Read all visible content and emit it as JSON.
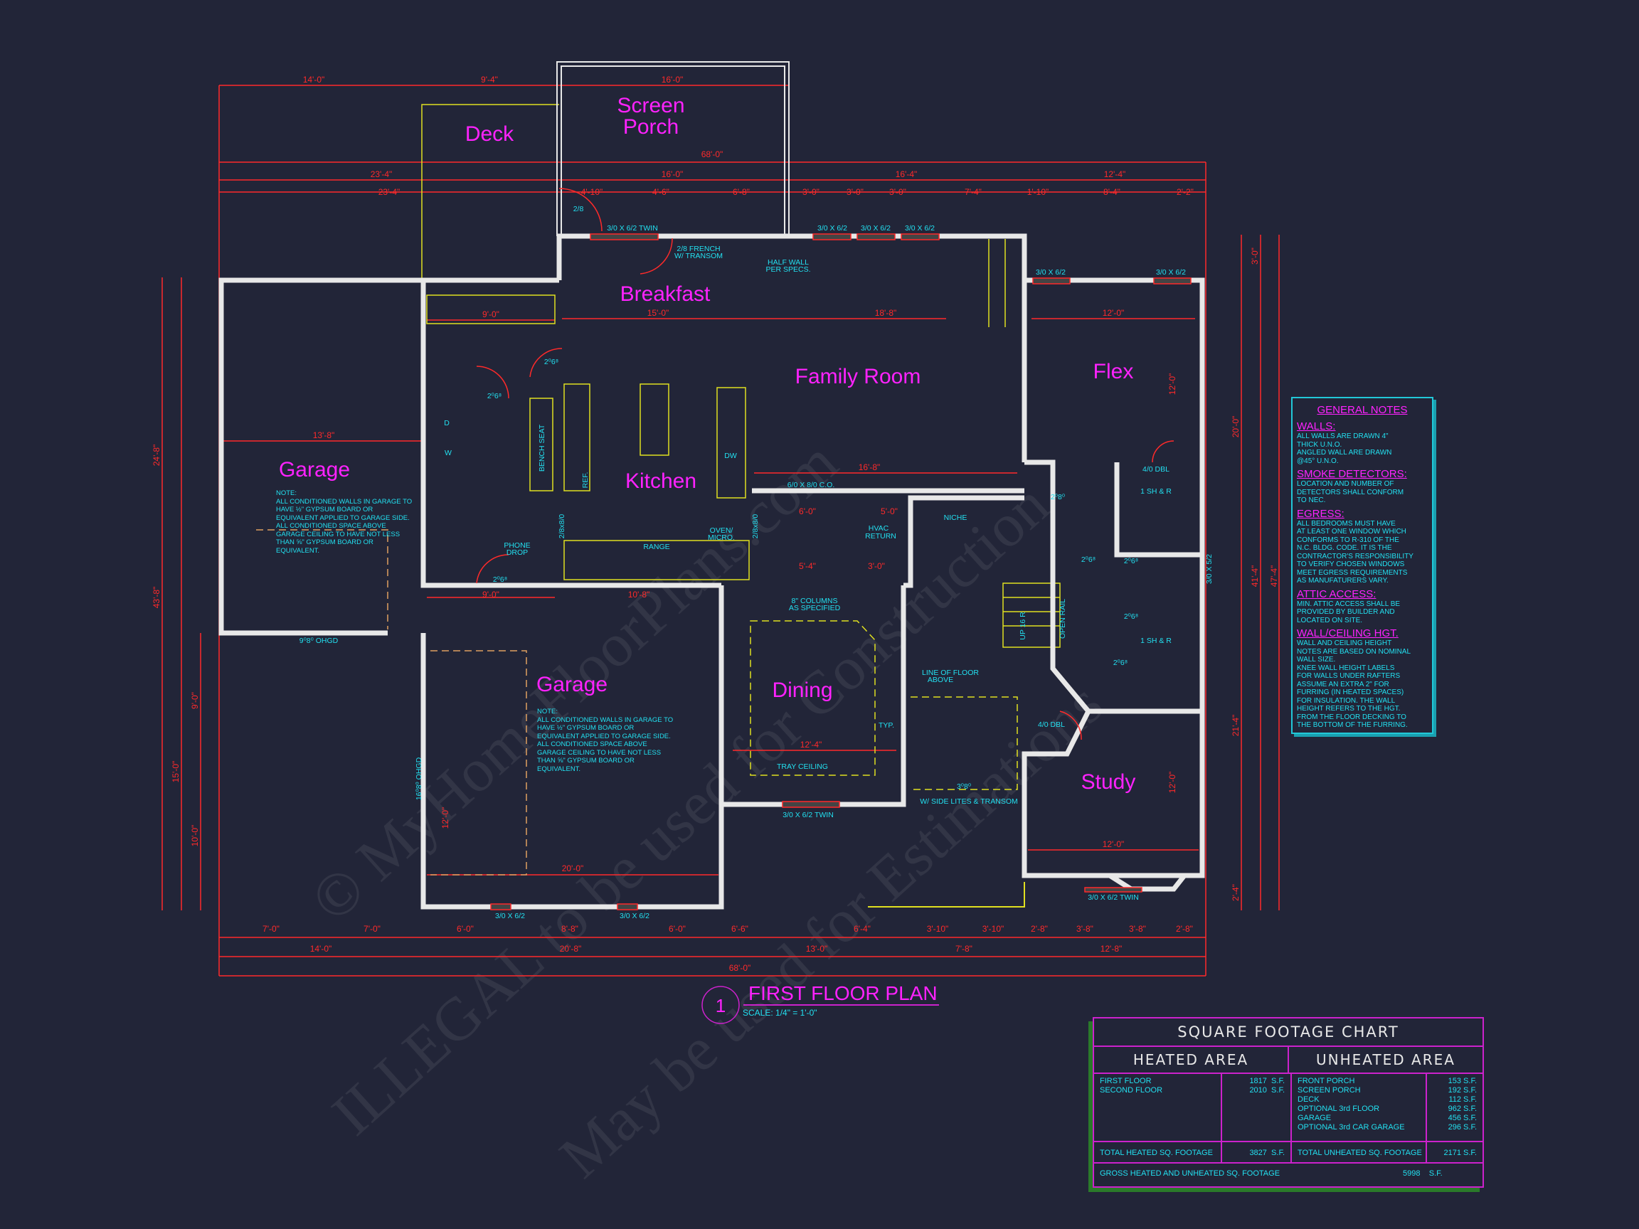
{
  "colors": {
    "background": "#222538",
    "walls": "#e8e8e8",
    "dimensions": "#ff2a2a",
    "labels": "#22e0f0",
    "room_names": "#ff22ff",
    "outlines": "#e0e020"
  },
  "watermark": [
    "© MyHomeFloorPlans.com",
    "ILLEGAL to be used for Construction",
    "May be used for Estimations"
  ],
  "rooms": {
    "deck": "Deck",
    "screen_porch_1": "Screen",
    "screen_porch_2": "Porch",
    "breakfast": "Breakfast",
    "family_room": "Family Room",
    "flex": "Flex",
    "garage_left": "Garage",
    "kitchen": "Kitchen",
    "garage_center": "Garage",
    "dining": "Dining",
    "study": "Study"
  },
  "garage_note": "NOTE:\nALL CONDITIONED WALLS IN GARAGE TO\nHAVE ½\" GYPSUM BOARD OR\nEQUIVALENT APPLIED TO GARAGE SIDE.\nALL CONDITIONED SPACE ABOVE\nGARAGE CEILING TO HAVE NOT LESS\nTHAN ⅝\" GYPSUM BOARD OR\nEQUIVALENT.",
  "dims": {
    "top1": [
      "14'-0\"",
      "9'-4\"",
      "16'-0\""
    ],
    "top2": [
      "68'-0\""
    ],
    "top3": [
      "23'-4\"",
      "16'-0\"",
      "16'-4\"",
      "12'-4\""
    ],
    "top4": [
      "23'-4\"",
      "4'-10\"",
      "4'-6\"",
      "6'-8\"",
      "3'-0\"",
      "3'-0\"",
      "3'-0\"",
      "7'-4\"",
      "1'-10\"",
      "8'-4\"",
      "2'-2\""
    ],
    "bot1": [
      "7'-0\"",
      "7'-0\"",
      "6'-0\"",
      "8'-8\"",
      "6'-0\"",
      "6'-6\"",
      "6'-4\"",
      "3'-10\"",
      "3'-10\"",
      "2'-8\"",
      "3'-8\"",
      "3'-8\"",
      "2'-8\""
    ],
    "bot2": [
      "14'-0\"",
      "20'-8\"",
      "13'-0\"",
      "7'-8\"",
      "12'-8\""
    ],
    "bot3": [
      "68'-0\""
    ],
    "interior": [
      "9'-0\"",
      "15'-0\"",
      "18'-8\"",
      "12'-0\"",
      "13'-8\"",
      "16'-8\"",
      "6'-0\"",
      "5'-0\"",
      "5'-4\"",
      "3'-0\"",
      "12'-4\"",
      "20'-0\"",
      "12'-0\"",
      "9'-0\"",
      "10'-8\"",
      "12'-0\"",
      "12'-0\""
    ],
    "left": [
      "24'-8\"",
      "43'-8\"",
      "9'-0\"",
      "15'-0\"",
      "10'-0\"",
      "12'-0\""
    ],
    "right": [
      "20'-0\"",
      "47'-4\"",
      "41'-4\"",
      "21'-4\"",
      "2'-4\"",
      "3'-0\""
    ]
  },
  "labels": {
    "door_2_8": "2/8",
    "win_twin_top": "3/0 X 6/2 TWIN",
    "french": "2/8 FRENCH",
    "french2": "W/ TRANSOM",
    "half_wall": "HALF WALL",
    "half_wall2": "PER SPECS.",
    "win": "3/0 X 6/2",
    "win_52": "3/0 X 5/2",
    "win_twin": "3/0 X 6/2 TWIN",
    "cased_opening": "6/0 X 8/0 C.O.",
    "hvac": "HVAC",
    "hvac2": "RETURN",
    "niche": "NICHE",
    "columns": "8\" COLUMNS",
    "columns2": "AS SPECIFIED",
    "floor_above": "LINE OF FLOOR",
    "floor_above2": "ABOVE",
    "tray": "TRAY CEILING",
    "typ": "TYP.",
    "side_lites": "W/ SIDE LITES & TRANSOM",
    "range": "RANGE",
    "oven": "OVEN/",
    "oven2": "MICRO.",
    "phone": "PHONE",
    "phone2": "DROP",
    "ref": "REF.",
    "dw": "DW",
    "bench": "BENCH SEAT",
    "dryer": "D",
    "washer": "W",
    "ohgd_small": "9⁰8⁰ OHGD",
    "ohgd_large": "16⁰8⁰ OHGD",
    "door_26": "2⁰6⁸",
    "dbl_40": "4/0 DBL",
    "dbl_40b": "4/0 DBL",
    "door_38": "3⁰8⁰",
    "shelf": "1 SH & R",
    "stairs": "UP 16 R",
    "open_rail": "OPEN RAIL",
    "door_28": "2⁰8⁰",
    "pocket": "2/8x8/0"
  },
  "title": {
    "number": "1",
    "name": "FIRST FLOOR PLAN",
    "scale": "SCALE: 1/4\" = 1'-0\""
  },
  "general_notes": {
    "heading": "GENERAL NOTES",
    "sections": [
      {
        "title": "WALLS:",
        "text": "ALL WALLS ARE DRAWN 4\"\nTHICK U.N.O.\nANGLED WALL ARE DRAWN\n@45° U.N.O."
      },
      {
        "title": "SMOKE DETECTORS:",
        "text": "LOCATION AND NUMBER OF\nDETECTORS SHALL CONFORM\nTO NEC."
      },
      {
        "title": "EGRESS:",
        "text": "ALL BEDROOMS MUST HAVE\nAT LEAST ONE WINDOW WHICH\nCONFORMS TO R-310 OF THE\nN.C. BLDG. CODE. IT IS THE\nCONTRACTOR'S RESPONSIBILITY\nTO VERIFY CHOSEN WINDOWS\nMEET EGRESS REQUIREMENTS\nAS MANUFATURERS VARY."
      },
      {
        "title": "ATTIC ACCESS:",
        "text": "MIN. ATTIC ACCESS SHALL BE\nPROVIDED BY BUILDER AND\nLOCATED ON SITE."
      },
      {
        "title": "WALL/CEILING HGT.",
        "text": "WALL AND CEILING HEIGHT\nNOTES ARE BASED ON NOMINAL\nWALL SIZE.\nKNEE WALL HEIGHT LABELS\nFOR WALLS UNDER RAFTERS\nASSUME AN EXTRA 2\" FOR\nFURRING (IN HEATED SPACES)\nFOR INSULATION. THE WALL\nHEIGHT REFERS TO THE HGT.\nFROM THE FLOOR DECKING TO\nTHE BOTTOM OF THE FURRING."
      }
    ]
  },
  "sqft_chart": {
    "title": "SQUARE FOOTAGE CHART",
    "heated_header": "HEATED AREA",
    "unheated_header": "UNHEATED AREA",
    "heated": [
      {
        "label": "FIRST FLOOR",
        "value": "1817",
        "unit": "S.F."
      },
      {
        "label": "SECOND FLOOR",
        "value": "2010",
        "unit": "S.F."
      }
    ],
    "unheated": [
      {
        "label": "FRONT PORCH",
        "value": "153 S.F."
      },
      {
        "label": "SCREEN PORCH",
        "value": "192 S.F."
      },
      {
        "label": "DECK",
        "value": "112 S.F."
      },
      {
        "label": "OPTIONAL 3rd FLOOR",
        "value": "962 S.F."
      },
      {
        "label": "GARAGE",
        "value": "456 S.F."
      },
      {
        "label": "OPTIONAL 3rd CAR GARAGE",
        "value": "296 S.F."
      }
    ],
    "total_heated_label": "TOTAL HEATED SQ. FOOTAGE",
    "total_heated_value": "3827",
    "total_heated_unit": "S.F.",
    "total_unheated_label": "TOTAL UNHEATED SQ. FOOTAGE",
    "total_unheated_value": "2171 S.F.",
    "gross_label": "GROSS HEATED AND UNHEATED SQ. FOOTAGE",
    "gross_value": "5998",
    "gross_unit": "S.F."
  }
}
